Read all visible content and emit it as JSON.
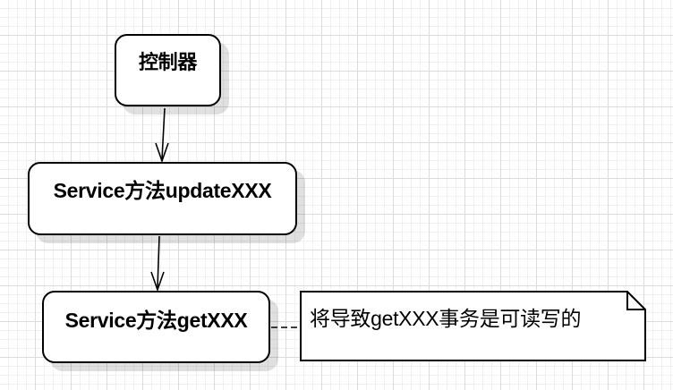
{
  "nodes": {
    "controller": "控制器",
    "update_service": "Service方法updateXXX",
    "get_service": "Service方法getXXX"
  },
  "note": {
    "text": "将导致getXXX事务是可读写的"
  }
}
